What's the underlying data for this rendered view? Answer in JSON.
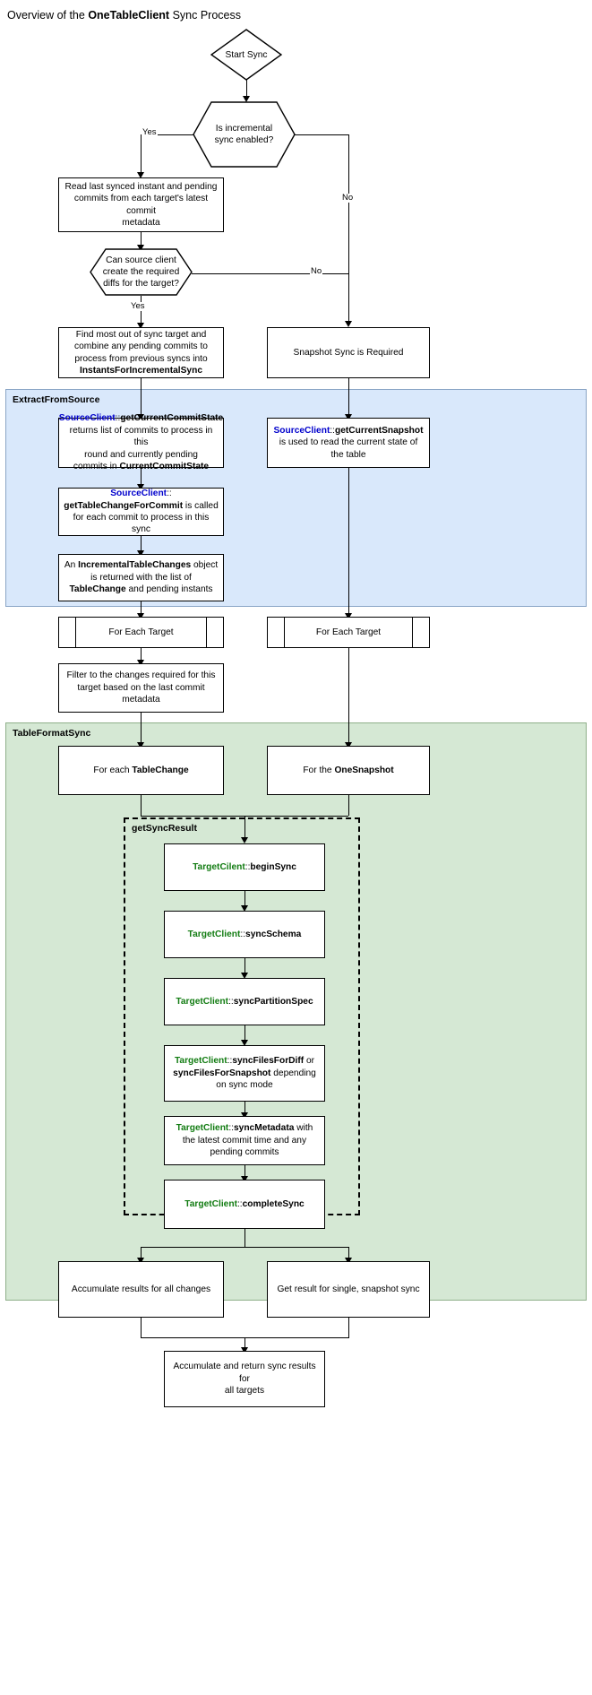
{
  "title": {
    "prefix": "Overview of the ",
    "bold": "OneTableClient",
    "suffix": " Sync Process"
  },
  "colors": {
    "source_client": "#0000cc",
    "target_client": "#127c12",
    "extract_subgraph_bg": "#d9e8fb",
    "tableformat_subgraph_bg": "#d5e8d4",
    "node_fill": "#ffffff",
    "stroke": "#000000"
  },
  "subgraphs": {
    "extract": {
      "label": "ExtractFromSource"
    },
    "tableformat": {
      "label": "TableFormatSync"
    },
    "sync_result": {
      "label": "getSyncResult"
    }
  },
  "edge_labels": {
    "yes_incremental": "Yes",
    "no_incremental": "No",
    "yes_diffs": "Yes",
    "no_diffs": "No"
  },
  "nodes": {
    "start": {
      "label": "Start Sync"
    },
    "decision_incremental": {
      "line1": "Is incremental sync",
      "line2": "enabled?"
    },
    "read_last_synced": {
      "line1": "Read last synced instant and pending",
      "line2": "commits from each target's latest commit",
      "line3": "metadata"
    },
    "decision_diffs": {
      "line1": "Can source client",
      "line2": "create the required",
      "line3": "diffs for the target?"
    },
    "find_out_of_sync": {
      "line1": "Find most out of sync target and",
      "line2": "combine any pending commits to",
      "line3": "process from previous syncs into",
      "bold4": "InstantsForIncrementalSync"
    },
    "snapshot_required": {
      "label": "Snapshot Sync is Required"
    },
    "get_current_commit_state": {
      "src": "SourceClient",
      "sep": "::",
      "method": "getCurrentCommitState",
      "line2": "returns list of commits to process in this",
      "line3": "round and currently pending",
      "line4_prefix": "commits in ",
      "line4_bold": "CurrentCommitState"
    },
    "get_current_snapshot": {
      "src": "SourceClient",
      "sep": "::",
      "method": "getCurrentSnapshot",
      "rest": " is used to read the current state of the table"
    },
    "get_table_change_for_commit": {
      "src": "SourceClient",
      "sep": "::",
      "method": "getTableChangeForCommit",
      "rest": " is called for each commit to process in this sync"
    },
    "incremental_table_changes": {
      "prefix": "An ",
      "bold1": "IncrementalTableChanges",
      "mid": " object is returned with the list of ",
      "bold2": "TableChange",
      "suffix": " and pending instants"
    },
    "for_each_target_left": {
      "label": "For Each Target"
    },
    "for_each_target_right": {
      "label": "For Each Target"
    },
    "filter_changes": {
      "line1": "Filter to the changes required for this",
      "line2": "target based on the last commit",
      "line3": "metadata"
    },
    "for_each_table_change": {
      "prefix": "For each ",
      "bold": "TableChange"
    },
    "for_the_one_snapshot": {
      "prefix": "For the ",
      "bold": "OneSnapshot"
    },
    "begin_sync": {
      "tgt": "TargetCilent",
      "sep": "::",
      "method": "beginSync"
    },
    "sync_schema": {
      "tgt": "TargetClient",
      "sep": "::",
      "method": "syncSchema"
    },
    "sync_partition_spec": {
      "tgt": "TargetClient",
      "sep": "::",
      "method": "syncPartitionSpec"
    },
    "sync_files": {
      "tgt": "TargetClient",
      "sep": "::",
      "method": "syncFilesForDiff",
      "mid": " or ",
      "bold2": "syncFilesForSnapshot",
      "rest": " depending on sync mode"
    },
    "sync_metadata": {
      "tgt": "TargetClient",
      "sep": "::",
      "method": "syncMetadata",
      "rest": " with the latest commit time and any pending commits"
    },
    "complete_sync": {
      "tgt": "TargetClient",
      "sep": "::",
      "method": "completeSync"
    },
    "accumulate_all_changes": {
      "label": "Accumulate results for all changes"
    },
    "get_result_single": {
      "label": "Get result for single, snapshot sync"
    },
    "accumulate_return": {
      "line1": "Accumulate and return sync results for",
      "line2": "all targets"
    }
  }
}
